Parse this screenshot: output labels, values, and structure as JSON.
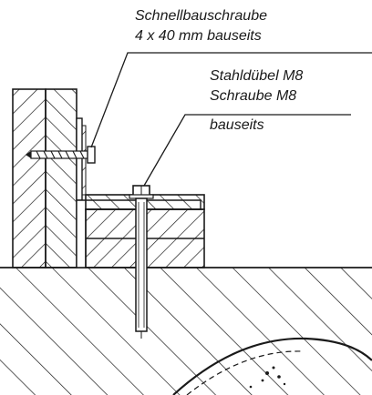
{
  "labels": {
    "screw_line1": "Schnellbauschraube",
    "screw_line2": "4 x 40 mm bauseits",
    "anchor_line1": "Stahldübel M8",
    "anchor_line2": "Schraube M8",
    "anchor_line3": "bauseits"
  },
  "colors": {
    "ink": "#1a1a1a",
    "paper": "#ffffff"
  }
}
